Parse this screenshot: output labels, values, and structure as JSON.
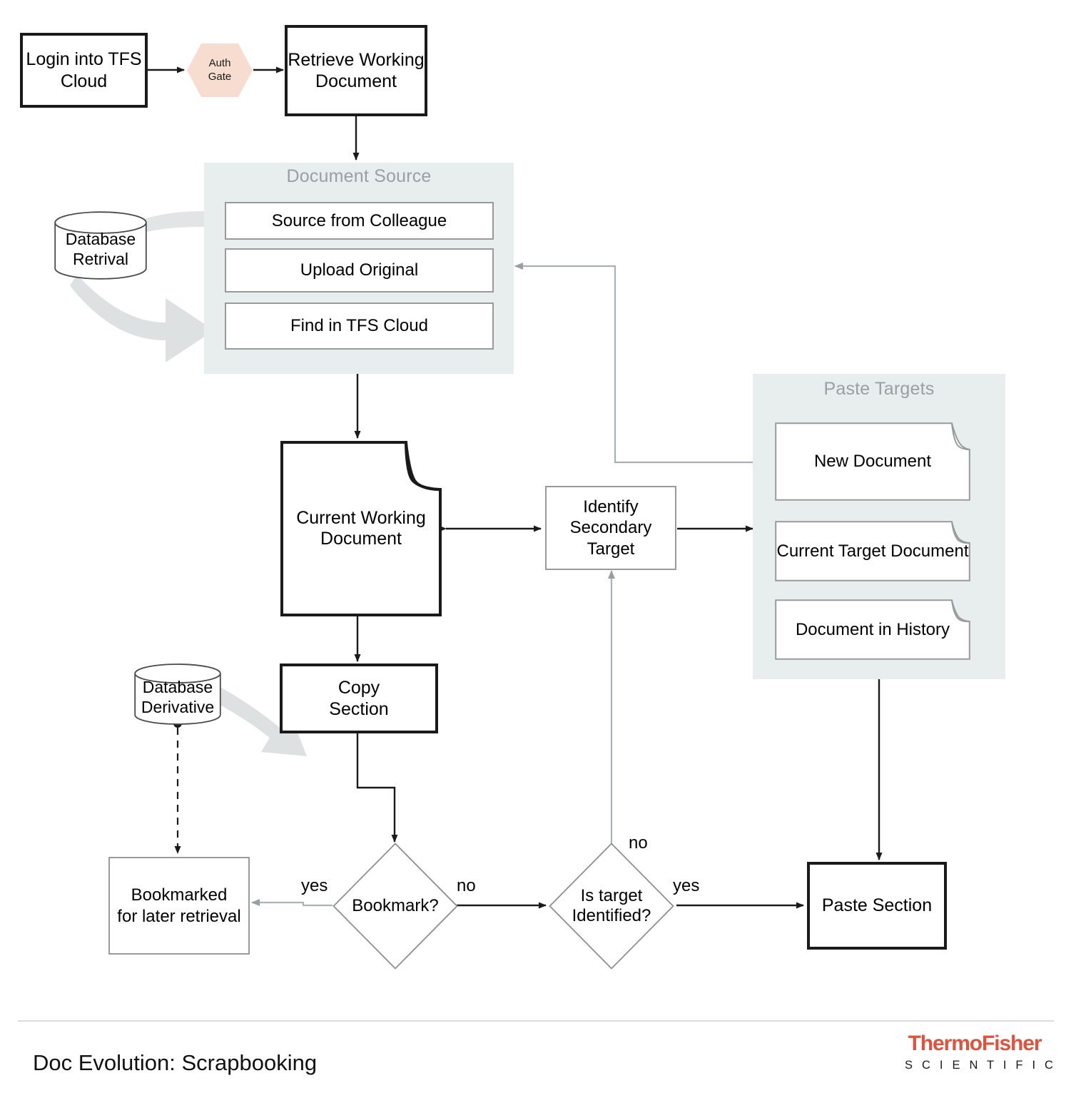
{
  "diagram": {
    "title": "Doc Evolution:  Scrapbooking",
    "brand": {
      "name": "ThermoFisher",
      "tagline": "S C I E N T I F I C",
      "color": "#E1523D"
    },
    "colors": {
      "group_fill": "#e8edee",
      "group_title": "#999fa3",
      "hex_fill": "#f7ddd0",
      "bold_stroke": "#1a1a1a",
      "thin_stroke": "#9a9a9a",
      "grey_arrow": "#8d9698",
      "big_arrow_fill": "#dde1e2"
    },
    "nodes": {
      "login": "Login into TFS\nCloud",
      "auth_gate": "Auth\nGate",
      "retrieve": "Retrieve  Working\nDocument",
      "database_retrieval": "Database\nRetrival",
      "current_working_document": "Current Working\nDocument",
      "identify_secondary_target": "Identify\nSecondary Target",
      "copy_section": "Copy\nSection",
      "database_derivative": "Database\nDerivative",
      "bookmarked": "Bookmarked\nfor later retrieval",
      "bookmark_decision": "Bookmark?",
      "target_decision": "Is target\nIdentified?",
      "paste_section": "Paste Section"
    },
    "groups": [
      {
        "id": "document-source",
        "title": "Document Source",
        "items": [
          "Source from Colleague",
          "Upload Original",
          "Find in TFS Cloud"
        ]
      },
      {
        "id": "paste-targets",
        "title": "Paste Targets",
        "items": [
          "New Document",
          "Current Target Document",
          "Document in History"
        ]
      }
    ],
    "edge_labels": {
      "bookmark_yes": "yes",
      "bookmark_no": "no",
      "target_no": "no",
      "target_yes": "yes"
    }
  }
}
